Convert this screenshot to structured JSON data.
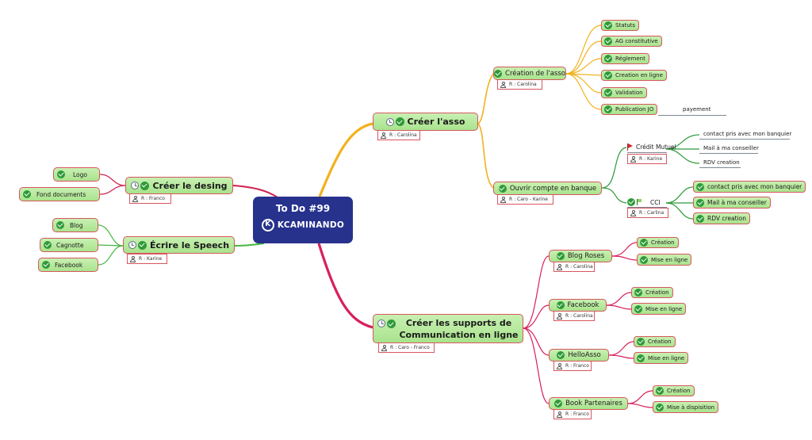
{
  "center": {
    "title": "To Do #99",
    "brand": "KCAMINANDO"
  },
  "colors": {
    "right_top_branch": "#f2b21d",
    "right_bottom_branch": "#d81f5b",
    "left_top_branch": "#d0214f",
    "left_bottom_branch": "#46b63f",
    "node_fill": "#b7e99c",
    "node_border": "#d6575f",
    "center_fill": "#27328d"
  },
  "creer_asso": {
    "label": "Créer l'asso",
    "owner": "R : Carolina",
    "creation": {
      "label": "Création de l'asso",
      "owner": "R : Carolina",
      "items": [
        "Statuts",
        "AG constitutive",
        "Réglement",
        "Creation en ligne",
        "Validation",
        "Publication JO"
      ],
      "note": "payement"
    },
    "banque": {
      "label": "Ouvrir compte en banque",
      "owner": "R : Caro - Karine",
      "credit_mutuel": {
        "label": "Crédit Mutuel",
        "owner": "R : Karine",
        "items": [
          "contact pris avec mon banquier",
          "Mail à ma conseiller",
          "RDV creation"
        ]
      },
      "cci": {
        "label": "CCI",
        "owner": "R : Carlina",
        "items": [
          "contact pris avec mon banquier",
          "Mail à ma conseiller",
          "RDV creation"
        ]
      }
    }
  },
  "supports": {
    "label_line1": "Créer les supports de",
    "label_line2": "Communication en ligne",
    "owner": "R : Caro - Franco",
    "blog_roses": {
      "label": "Blog Roses",
      "owner": "R : Carolina",
      "items": [
        "Création",
        "Mise en ligne"
      ]
    },
    "facebook": {
      "label": "Facebook",
      "owner": "R : Carolina",
      "items": [
        "Création",
        "Mise en ligne"
      ]
    },
    "helloasso": {
      "label": "HelloAsso",
      "owner": "R : Franco",
      "items": [
        "Création",
        "Mise en ligne"
      ]
    },
    "book": {
      "label": "Book Partenaires",
      "owner": "R : Franco",
      "items": [
        "Création",
        "Mise à dispisition"
      ]
    }
  },
  "desing": {
    "label": "Créer le desing",
    "owner": "R : Franco",
    "items": [
      "Logo",
      "Fond documents"
    ]
  },
  "speech": {
    "label": "Écrire le Speech",
    "owner": "R : Karine",
    "items": [
      "Blog",
      "Cagnotte",
      "Facebook"
    ]
  }
}
